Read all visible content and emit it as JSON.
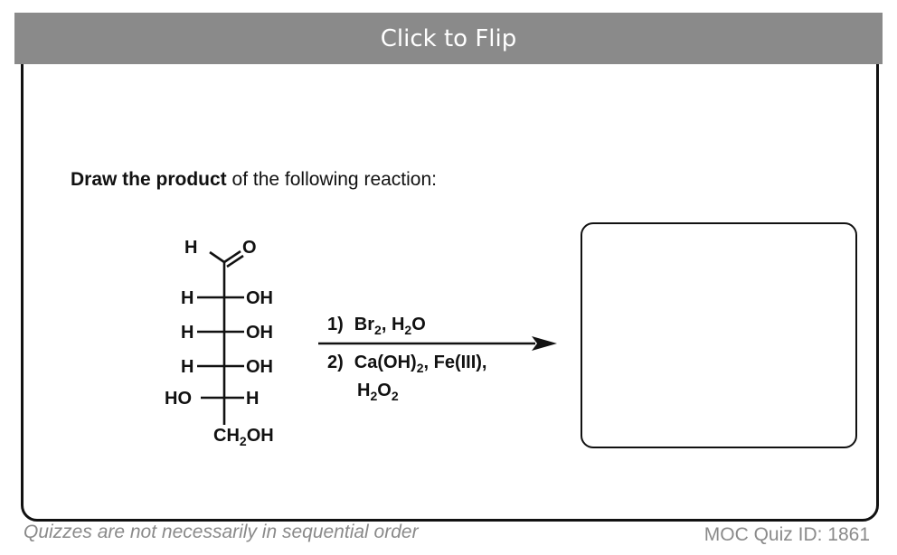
{
  "header": {
    "flip_label": "Click to Flip"
  },
  "question": {
    "bold_part": "Draw the product",
    "rest": " of the following reaction:"
  },
  "molecule": {
    "aldehyde_h": "H",
    "aldehyde_o": "O",
    "rows": [
      {
        "left": "H",
        "right": "OH"
      },
      {
        "left": "H",
        "right": "OH"
      },
      {
        "left": "H",
        "right": "OH"
      },
      {
        "left": "HO",
        "right": "H"
      }
    ],
    "bottom": {
      "ch": "CH",
      "sub": "2",
      "oh": "OH"
    }
  },
  "conditions": {
    "step1_num": "1)",
    "step1_br": "Br",
    "step1_br_sub": "2",
    "step1_sep": ", H",
    "step1_h_sub": "2",
    "step1_o": "O",
    "step2_num": "2)",
    "step2_a": "Ca(OH)",
    "step2_a_sub": "2",
    "step2_b": ", Fe(III),",
    "step2_h": "H",
    "step2_h_sub": "2",
    "step2_o": "O",
    "step2_o_sub": "2"
  },
  "footer": {
    "disclaimer": "Quizzes are not necessarily in sequential order",
    "quiz_id": "MOC Quiz ID: 1861"
  },
  "colors": {
    "flip_bar": "#8a8a8a",
    "footer_text": "#8a8a8a",
    "ink": "#111111"
  }
}
